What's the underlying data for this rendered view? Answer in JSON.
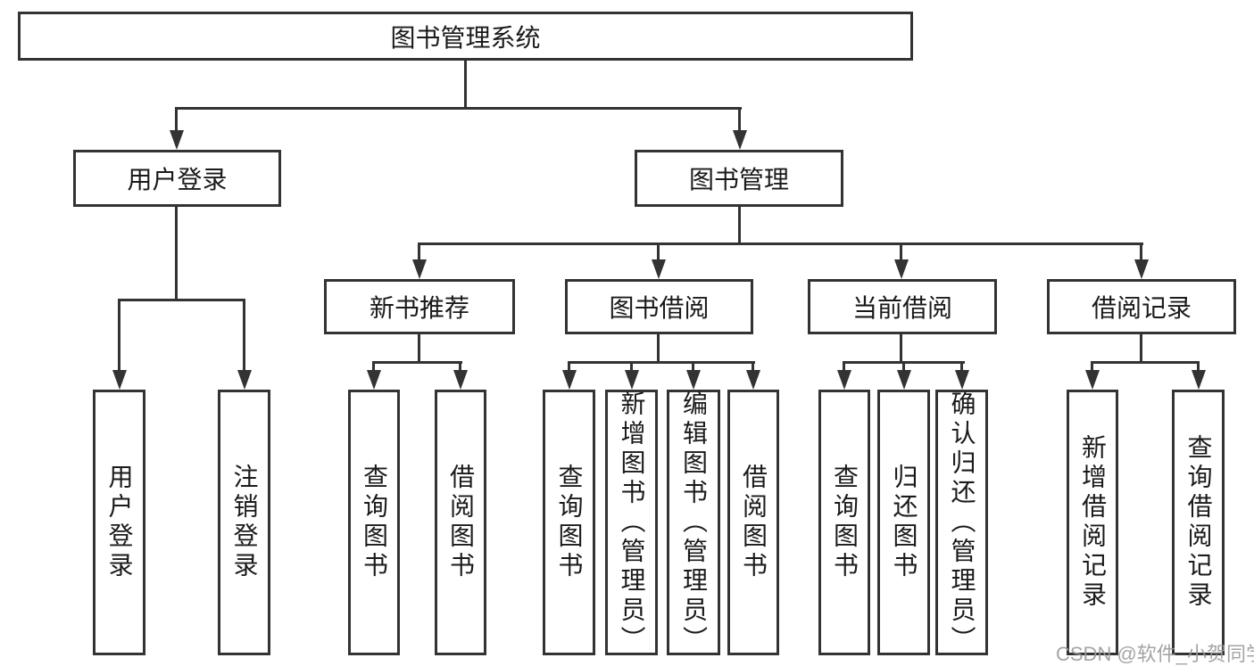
{
  "tree": {
    "root": {
      "label": "图书管理系统"
    },
    "branches": [
      {
        "label": "用户登录",
        "children": [
          {
            "label": "用户登录"
          },
          {
            "label": "注销登录"
          }
        ]
      },
      {
        "label": "图书管理",
        "sections": [
          {
            "label": "新书推荐",
            "children": [
              {
                "label": "查询图书"
              },
              {
                "label": "借阅图书"
              }
            ]
          },
          {
            "label": "图书借阅",
            "children": [
              {
                "label": "查询图书"
              },
              {
                "label": "新增图书（管理员）"
              },
              {
                "label": "编辑图书（管理员）"
              },
              {
                "label": "借阅图书"
              }
            ]
          },
          {
            "label": "当前借阅",
            "children": [
              {
                "label": "查询图书"
              },
              {
                "label": "归还图书"
              },
              {
                "label": "确认归还（管理员）"
              }
            ]
          },
          {
            "label": "借阅记录",
            "children": [
              {
                "label": "新增借阅记录"
              },
              {
                "label": "查询借阅记录"
              }
            ]
          }
        ]
      }
    ]
  },
  "watermark": {
    "text": "CSDN @软件_小贺同学",
    "color": "#9b9b9b"
  },
  "colors": {
    "line": "#333333",
    "text": "#1a1a1a",
    "background": "#ffffff"
  }
}
